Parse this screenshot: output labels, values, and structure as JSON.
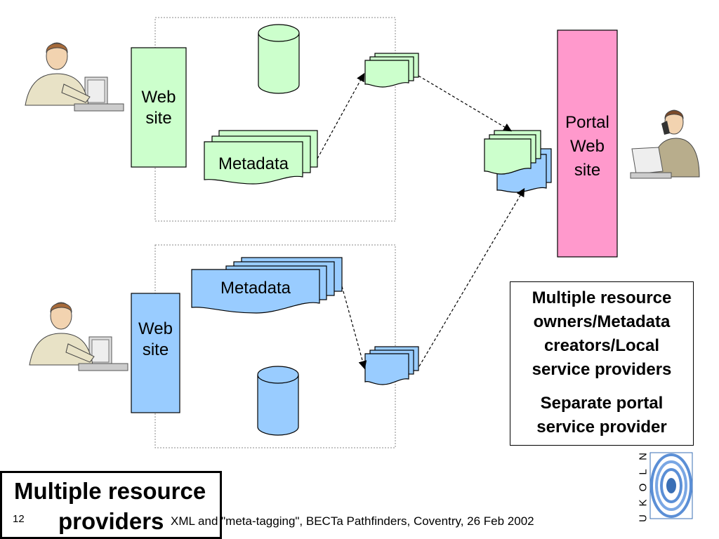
{
  "colors": {
    "green": "#ccffcc",
    "blue": "#99ccff",
    "pink": "#ff99cc",
    "border": "#000000",
    "dotted": "#888888"
  },
  "top_group": {
    "website": {
      "label_line1": "Web",
      "label_line2": "site",
      "color": "#ccffcc"
    },
    "metadata": {
      "label": "Metadata",
      "color": "#ccffcc"
    },
    "database": {
      "color": "#ccffcc"
    },
    "document_stack": {
      "color": "#ccffcc"
    }
  },
  "bottom_group": {
    "website": {
      "label_line1": "Web",
      "label_line2": "site",
      "color": "#99ccff"
    },
    "metadata": {
      "label": "Metadata",
      "color": "#99ccff"
    },
    "database": {
      "color": "#99ccff"
    },
    "document_stack": {
      "color": "#99ccff"
    }
  },
  "portal": {
    "line1": "Portal",
    "line2": "Web",
    "line3": "site",
    "color": "#ff99cc"
  },
  "note": {
    "para1": "Multiple resource owners/Metadata creators/Local service providers",
    "para2": "Separate portal service provider"
  },
  "title": {
    "line1": "Multiple resource",
    "line2": "providers"
  },
  "footer": {
    "slide_number": "12",
    "text": "XML and \"meta-tagging\", BECTa Pathfinders, Coventry, 26 Feb 2002"
  },
  "logo": {
    "letters": [
      "N",
      "L",
      "O",
      "K",
      "U"
    ]
  },
  "icons": [
    "person-at-computer-icon",
    "person-on-phone-icon",
    "database-icon",
    "document-stack-icon",
    "ukoln-logo-icon"
  ]
}
